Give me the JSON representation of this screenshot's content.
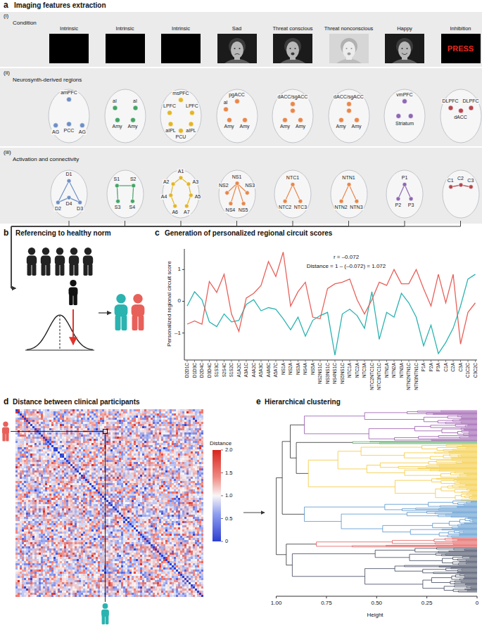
{
  "diagram": {
    "nodes": [
      {
        "text": [
          "Imaging features extraction"
        ]
      },
      {
        "text": [
          "Intrinsic"
        ],
        "in": 0
      },
      {
        "text": [
          "Intrinsic"
        ],
        "in": 0
      },
      {
        "text": [
          "Intrinsic"
        ],
        "in": 0
      },
      {
        "text": [
          "Sad"
        ],
        "in": 0
      },
      {
        "text": [
          "Threat conscious"
        ],
        "in": 0
      },
      {
        "text": [
          "Threat nonconscious"
        ],
        "in": 0
      },
      {
        "text": [
          "Happy"
        ],
        "in": 0
      },
      {
        "text": [
          "Inhibition",
          "PRESS"
        ],
        "in": 0
      },
      {
        "text": [
          "amPFC",
          "AG",
          "PCC",
          "AG"
        ],
        "in": 0
      },
      {
        "text": [
          "aI",
          "aI",
          "Amy",
          "Amy"
        ],
        "in": 0
      },
      {
        "text": [
          "msPFC",
          "LPFC",
          "LPFC",
          "aIPL",
          "aIPL",
          "PCU"
        ],
        "in": 0
      },
      {
        "text": [
          "pgACC",
          "aI",
          "Amy",
          "Amy"
        ],
        "in": 0
      },
      {
        "text": [
          "dACC/sgACC",
          "Amy",
          "Amy"
        ],
        "in": 0
      },
      {
        "text": [
          "dACC/sgACC",
          "Amy",
          "Amy"
        ],
        "in": 0
      },
      {
        "text": [
          "vmPFC",
          "Striatum"
        ],
        "in": 0
      },
      {
        "text": [
          "DLPFC",
          "dACC",
          "DLPFC"
        ],
        "in": 0
      },
      {
        "text": [
          "D1",
          "D2",
          "D4",
          "D3"
        ],
        "in": 0
      },
      {
        "text": [
          "S1",
          "S2",
          "S3",
          "S4"
        ],
        "in": 0
      },
      {
        "text": [
          "A1",
          "A2",
          "A3",
          "A4",
          "A5",
          "A6",
          "A7"
        ],
        "in": 0
      },
      {
        "text": [
          "NS1",
          "NS2",
          "NS3",
          "NS4",
          "NS5"
        ],
        "in": 0
      },
      {
        "text": [
          "NTC1",
          "NTC2",
          "NTC3"
        ],
        "in": 0
      },
      {
        "text": [
          "NTN1",
          "NTN2",
          "NTN3"
        ],
        "in": 0
      },
      {
        "text": [
          "P1",
          "P2",
          "P3"
        ],
        "in": 0
      },
      {
        "text": [
          "C1",
          "C2",
          "C3"
        ],
        "in": 0
      },
      {
        "text": [
          "Referencing to healthy norm"
        ]
      },
      {
        "text": [
          "Generation of personalized regional circuit scores"
        ]
      },
      {
        "text": [
          "Distance between clinical participants"
        ]
      },
      {
        "text": [
          "Hierarchical clustering"
        ]
      }
    ],
    "edges": [
      {
        "from": 17,
        "to": 25,
        "arrow": "to"
      },
      {
        "from": 18,
        "to": 25,
        "arrow": "to"
      },
      {
        "from": 19,
        "to": 25,
        "arrow": "to"
      },
      {
        "from": 20,
        "to": 25,
        "arrow": "to"
      },
      {
        "from": 21,
        "to": 25,
        "arrow": "to"
      },
      {
        "from": 22,
        "to": 25,
        "arrow": "to"
      },
      {
        "from": 23,
        "to": 25,
        "arrow": "to"
      },
      {
        "from": 24,
        "to": 25,
        "arrow": "to"
      },
      {
        "from": 27,
        "to": 28,
        "arrow": "to"
      }
    ],
    "labels": [
      "a",
      "(i)",
      "Condition",
      "(ii)",
      "Neurosynth-derived regions",
      "(iii)",
      "Activation and connectivity",
      "b",
      "c",
      "r = –0.072",
      "Distance = 1 – (–0.072) = 1.072",
      "1",
      "0",
      "–1",
      "Personalized regional circuit score",
      "D2D1C",
      "D1D3C",
      "D2D4C",
      "D3D4C",
      "S1S3C",
      "S2S4C",
      "S1S2C",
      "A1A2C",
      "A3A1C",
      "A4A2C",
      "A5A3C",
      "A4A6C",
      "A5A7C",
      "NS1A",
      "NS2A",
      "NS3A",
      "NS4A",
      "NS5A",
      "NS2NS1C",
      "NS3NS1C",
      "NS4NS1C",
      "NS5NS1C",
      "NTC1A",
      "NTC2A",
      "NTC3A",
      "NTC2NTC1C",
      "NTC3NTC1C",
      "NTN1A",
      "NTN2A",
      "NTN3A",
      "NTN2NTN1C",
      "NTN3NTN1C",
      "P1A",
      "P2A",
      "P3A",
      "C1A",
      "C2A",
      "C3A",
      "C1C2C",
      "C3C2C",
      "d",
      "Distance",
      "2.0",
      "1.5",
      "1.0",
      "0.5",
      "0",
      "e",
      "1.00",
      "0.75",
      "0.50",
      "0.25",
      "0",
      "Height"
    ]
  }
}
